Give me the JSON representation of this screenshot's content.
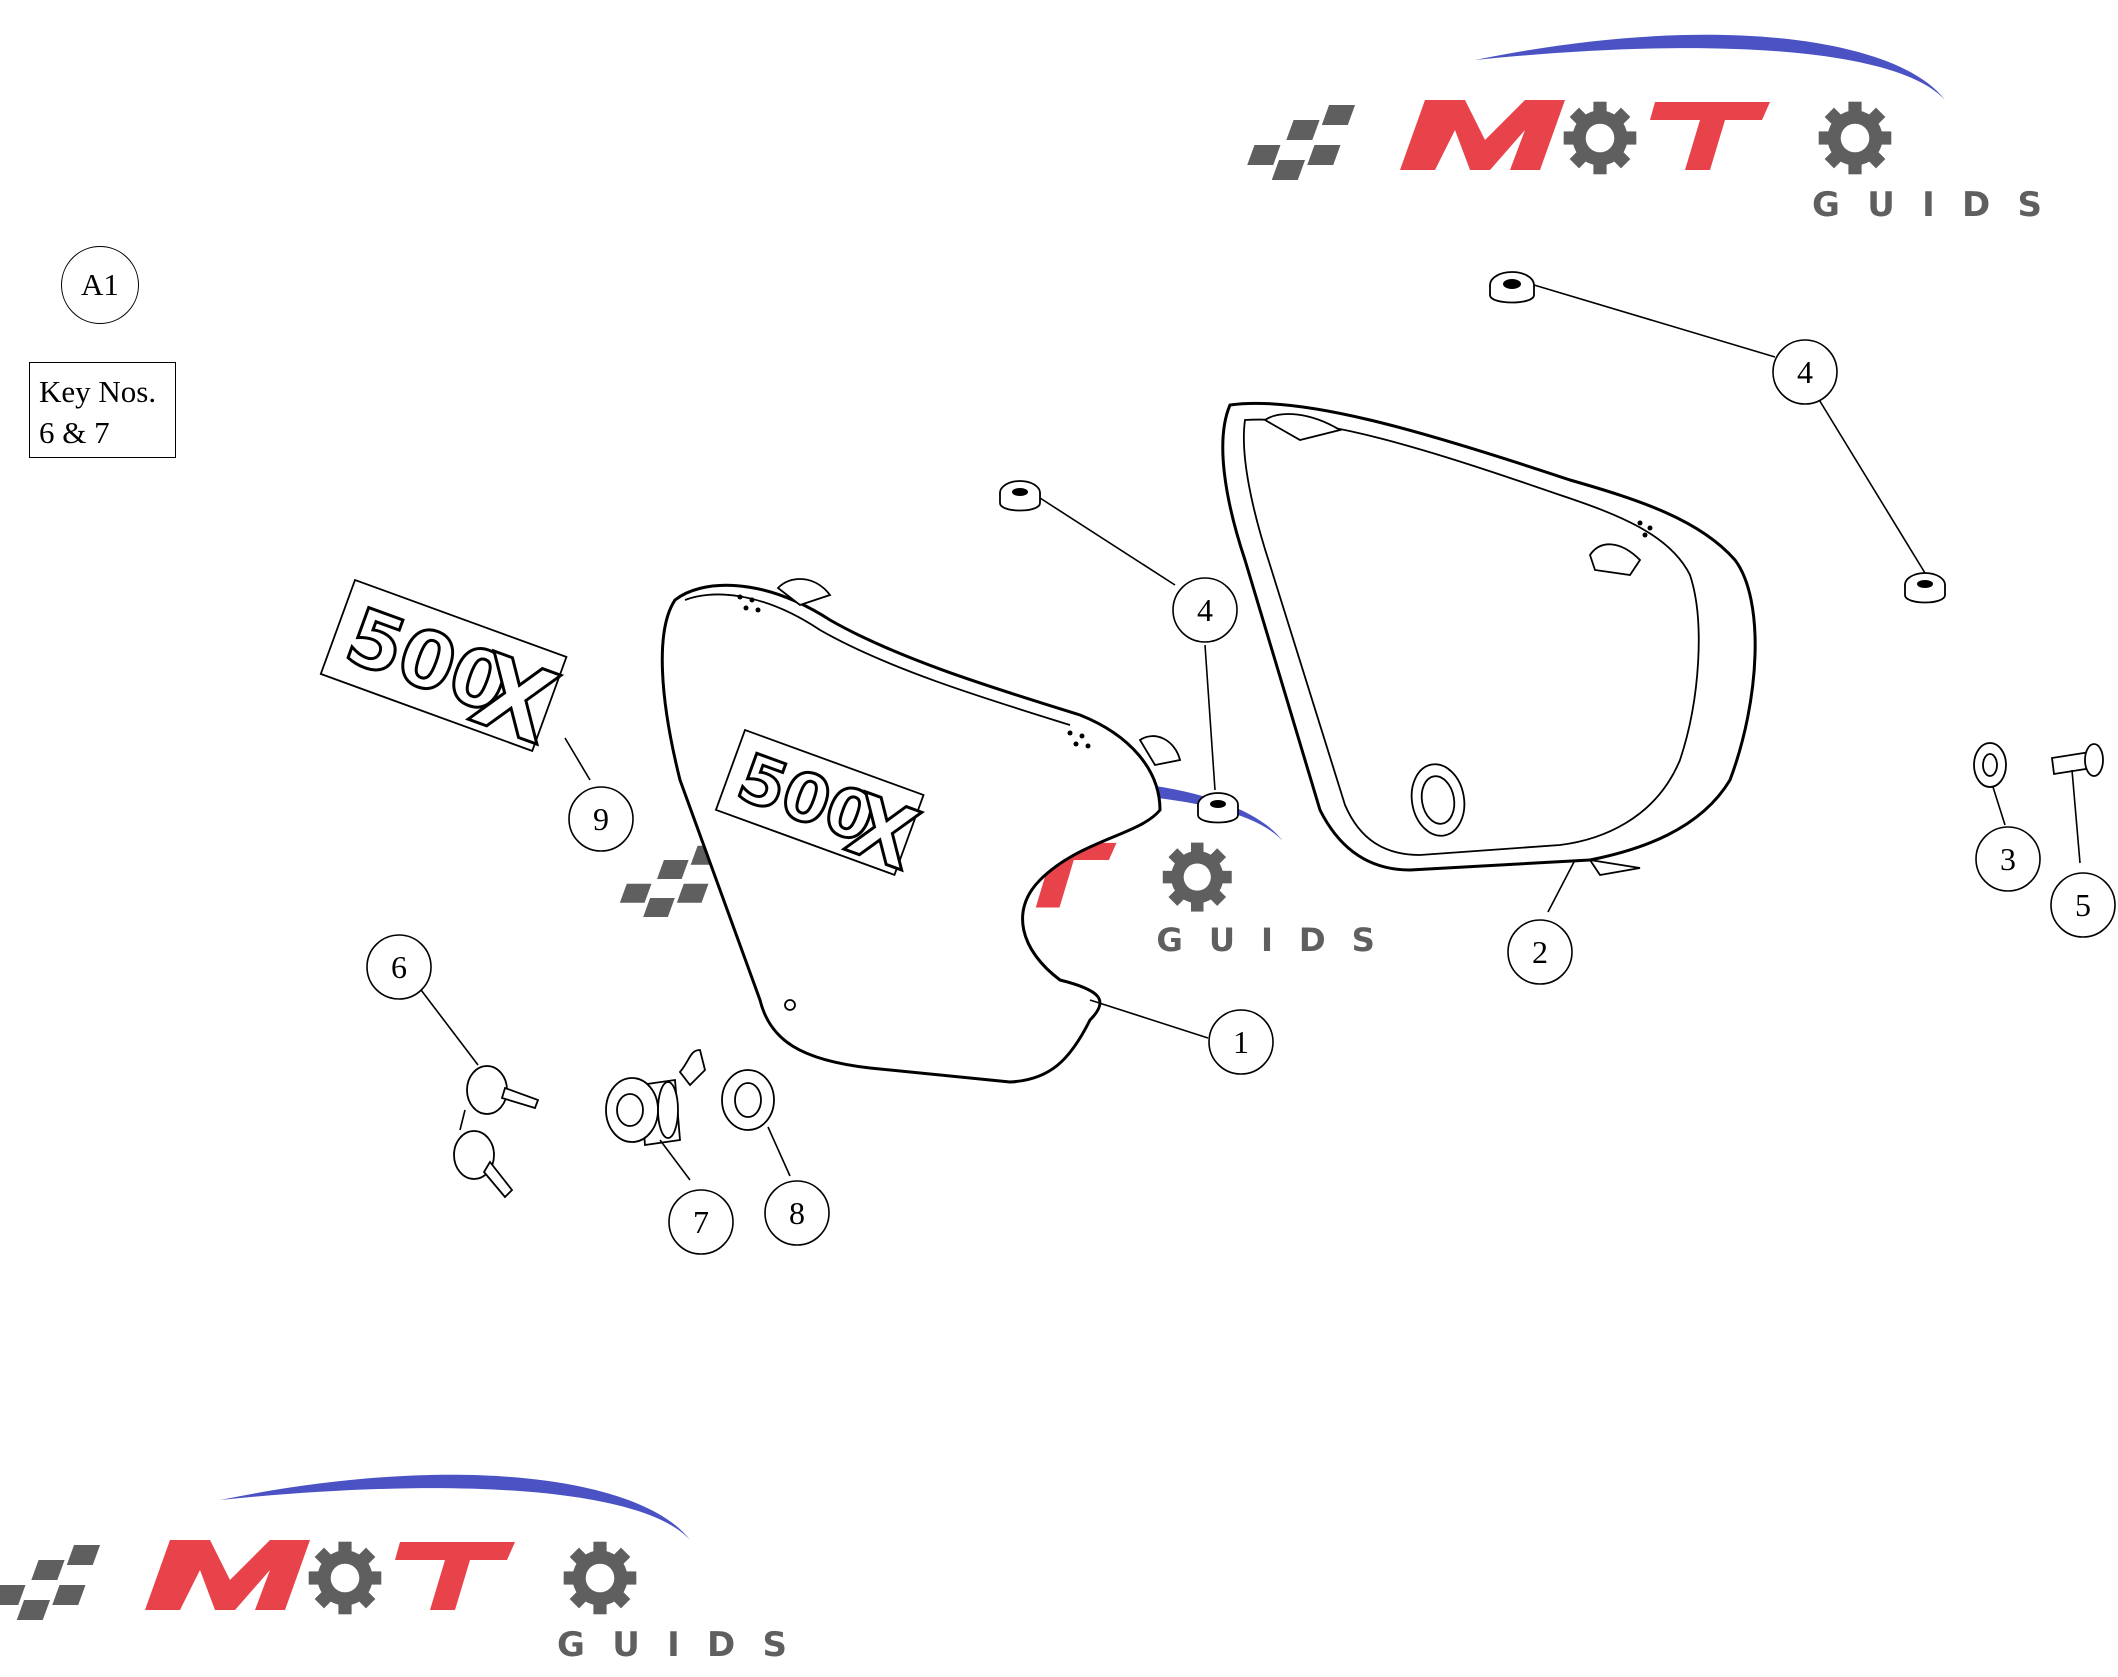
{
  "diagram_ref": "A1",
  "note": {
    "line1": "Key Nos.",
    "line2": "6 & 7"
  },
  "callouts": [
    {
      "id": "c4a",
      "label": "4"
    },
    {
      "id": "c4b",
      "label": "4"
    },
    {
      "id": "c9",
      "label": "9"
    },
    {
      "id": "c1",
      "label": "1"
    },
    {
      "id": "c2",
      "label": "2"
    },
    {
      "id": "c3",
      "label": "3"
    },
    {
      "id": "c5",
      "label": "5"
    },
    {
      "id": "c6",
      "label": "6"
    },
    {
      "id": "c7",
      "label": "7"
    },
    {
      "id": "c8",
      "label": "8"
    }
  ],
  "watermark": {
    "text_main": "MOTO",
    "text_sub": "GUIDS"
  },
  "badge": {
    "text": "500",
    "letter": "X"
  },
  "colors": {
    "watermark_red": "#e8434a",
    "watermark_blue": "#4a52c4",
    "watermark_gray": "#5f5f5f",
    "line": "#000000"
  }
}
